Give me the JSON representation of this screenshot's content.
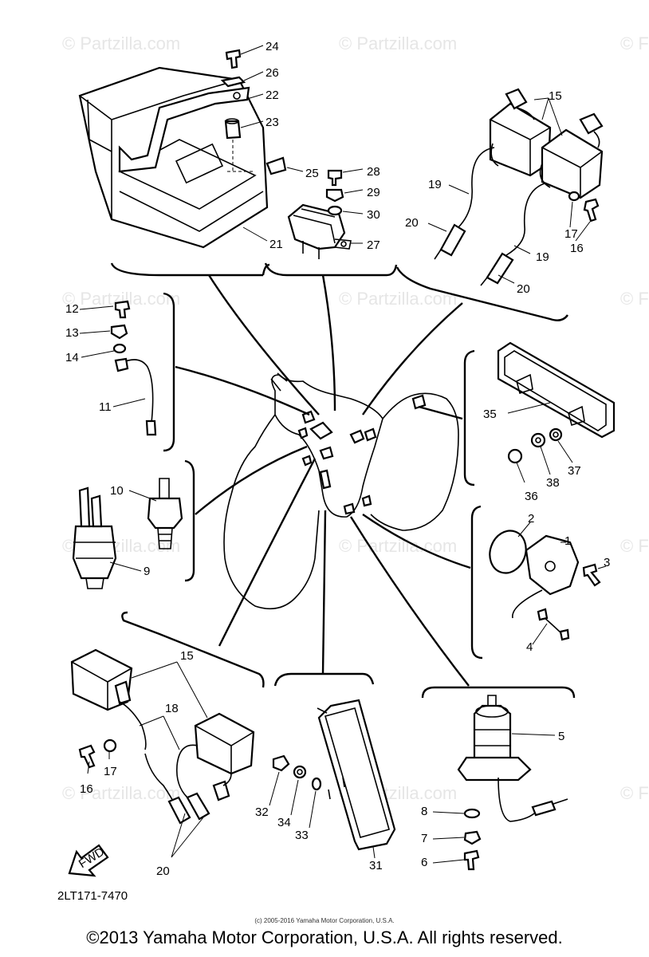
{
  "watermarks": [
    "© Partzilla.com",
    "© Partzilla.com",
    "© F",
    "© Partzilla.com",
    "© Partzilla.com",
    "© F",
    "© Partzilla.com",
    "© Partzilla.com",
    "© F",
    "© Partzilla.com",
    "© Partzilla.com",
    "© F"
  ],
  "callouts": [
    "24",
    "26",
    "22",
    "23",
    "25",
    "28",
    "29",
    "30",
    "27",
    "21",
    "15",
    "19",
    "20",
    "17",
    "16",
    "19",
    "20",
    "12",
    "13",
    "14",
    "11",
    "35",
    "37",
    "38",
    "36",
    "10",
    "9",
    "2",
    "1",
    "3",
    "4",
    "15",
    "18",
    "17",
    "16",
    "20",
    "5",
    "32",
    "34",
    "33",
    "31",
    "8",
    "7",
    "6"
  ],
  "fwd_label": "FWD",
  "drawing_code": "2LT171-7470",
  "small_copyright": "(c) 2005-2016 Yamaha Motor Corporation, U.S.A.",
  "main_copyright": "©2013 Yamaha Motor Corporation, U.S.A. All rights reserved."
}
